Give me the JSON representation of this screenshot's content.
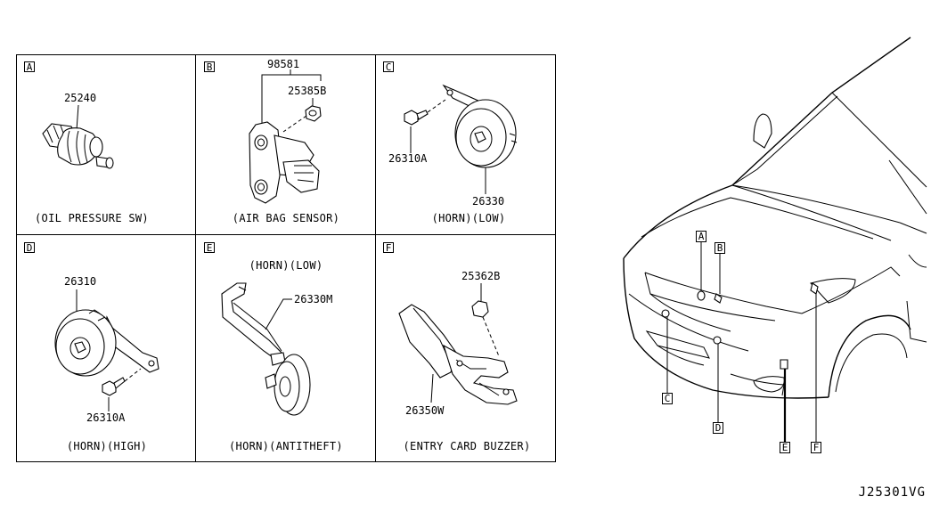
{
  "panels": [
    {
      "letter": "A",
      "parts": [
        "25240"
      ],
      "caption": "(OIL PRESSURE SW)"
    },
    {
      "letter": "B",
      "parts": [
        "98581",
        "25385B"
      ],
      "caption": "(AIR BAG SENSOR)"
    },
    {
      "letter": "C",
      "parts": [
        "26310A",
        "26330"
      ],
      "caption": "(HORN)(LOW)"
    },
    {
      "letter": "D",
      "parts": [
        "26310",
        "26310A"
      ],
      "caption": "(HORN)(HIGH)"
    },
    {
      "letter": "E",
      "parts": [
        "26330M"
      ],
      "subtitle": "(HORN)(LOW)",
      "caption": "(HORN)(ANTITHEFT)"
    },
    {
      "letter": "F",
      "parts": [
        "25362B",
        "26350W"
      ],
      "caption": "(ENTRY CARD BUZZER)"
    }
  ],
  "car_callouts": [
    "A",
    "B",
    "C",
    "D",
    "E",
    "F"
  ],
  "diagram_code": "J25301VG"
}
